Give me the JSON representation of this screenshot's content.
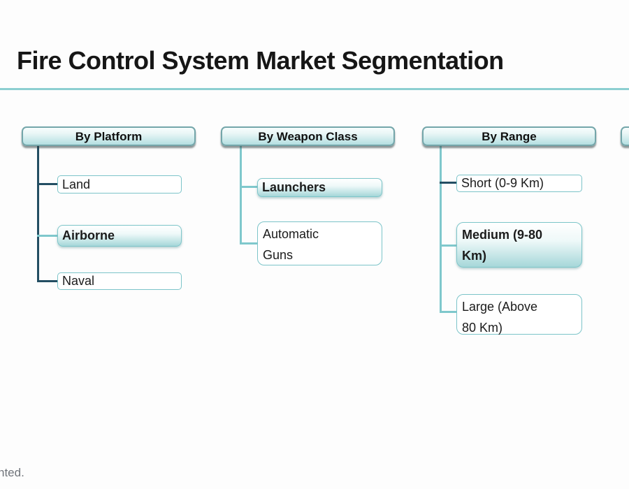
{
  "page": {
    "title": "Fire Control System Market Segmentation",
    "footer_fragment": "nted.",
    "colors": {
      "divider": "#8ccfd1",
      "connector_dark": "#234e63",
      "connector_light": "#7fc8cc",
      "node_border": "#7cc4c9",
      "header_fill_top": "#f8fdfd",
      "header_fill_bottom": "#b4dfe1",
      "highlight_fill_bottom": "#a6d7d9"
    }
  },
  "diagram": {
    "columns": [
      {
        "header": "By Platform",
        "items": [
          {
            "label": "Land",
            "highlighted": false
          },
          {
            "label": "Airborne",
            "highlighted": true
          },
          {
            "label": "Naval",
            "highlighted": false
          }
        ]
      },
      {
        "header": "By Weapon Class",
        "items": [
          {
            "label": "Launchers",
            "highlighted": true
          },
          {
            "label": "Automatic\nGuns",
            "highlighted": false
          }
        ]
      },
      {
        "header": "By Range",
        "items": [
          {
            "label": "Short (0-9 Km)",
            "highlighted": false
          },
          {
            "label": "Medium (9-80\nKm)",
            "highlighted": true
          },
          {
            "label": "Large (Above\n80 Km)",
            "highlighted": false
          }
        ]
      },
      {
        "header": "",
        "clipped": true,
        "items": []
      }
    ]
  }
}
